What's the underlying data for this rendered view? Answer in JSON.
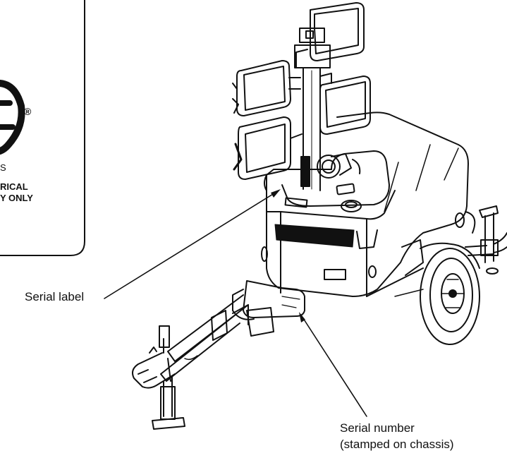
{
  "labels": {
    "serial_label": "Serial label",
    "serial_number_line1": "Serial number",
    "serial_number_line2": "(stamped on chassis)"
  },
  "cert_panel": {
    "mark_registered": "®",
    "line1": "S",
    "line2": "RICAL",
    "line3": "Y ONLY"
  }
}
